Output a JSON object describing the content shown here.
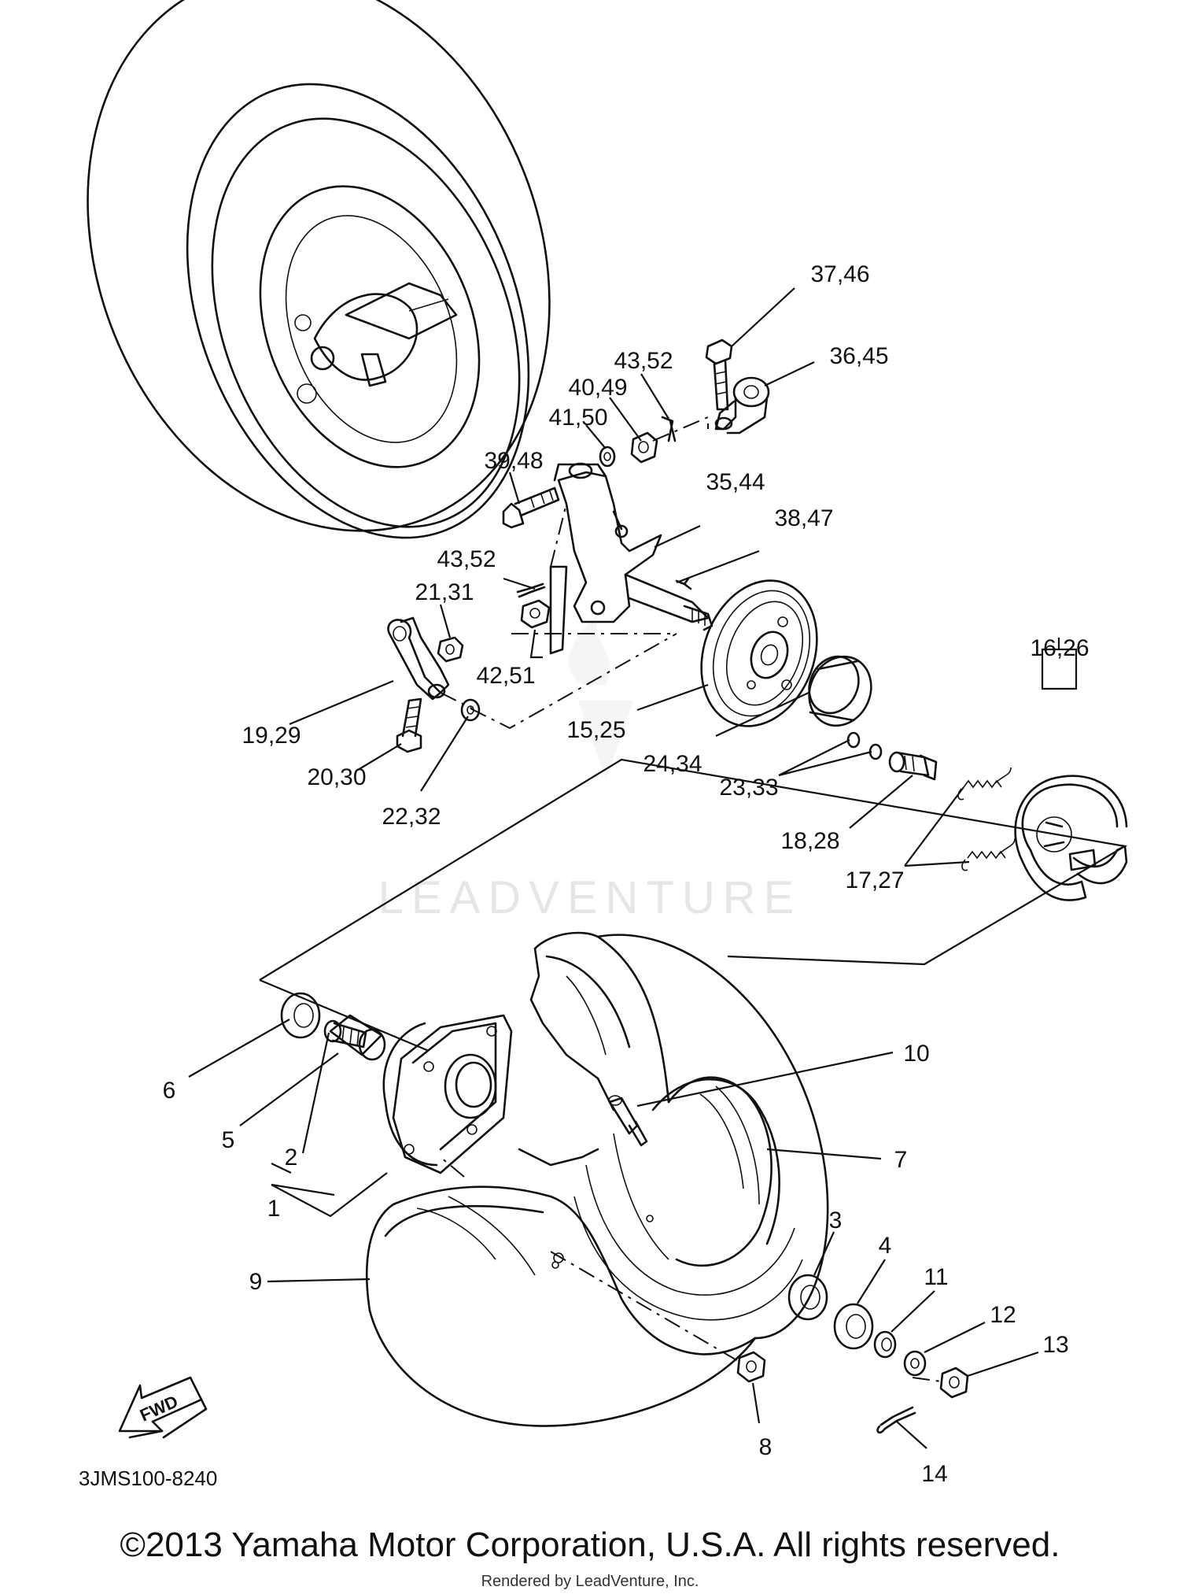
{
  "diagram": {
    "callouts": {
      "c37_46": "37,46",
      "c36_45": "36,45",
      "c43_52a": "43,52",
      "c40_49": "40,49",
      "c41_50": "41,50",
      "c39_48": "39,48",
      "c35_44": "35,44",
      "c38_47": "38,47",
      "c43_52b": "43,52",
      "c21_31": "21,31",
      "c42_51": "42,51",
      "c16_26": "16,26",
      "c19_29": "19,29",
      "c15_25": "15,25",
      "c24_34": "24,34",
      "c20_30": "20,30",
      "c23_33": "23,33",
      "c22_32": "22,32",
      "c18_28": "18,28",
      "c17_27": "17,27",
      "c10": "10",
      "c6": "6",
      "c5": "5",
      "c7": "7",
      "c2": "2",
      "c1": "1",
      "c3": "3",
      "c4": "4",
      "c11": "11",
      "c9": "9",
      "c12": "12",
      "c13": "13",
      "c8": "8",
      "c14": "14"
    },
    "fwd_label": "FWD",
    "diagram_code": "3JMS100-8240",
    "watermark": "LEADVENTURE"
  },
  "footer": {
    "copyright": "©2013 Yamaha Motor Corporation, U.S.A. All rights reserved.",
    "rendered_by": "Rendered by LeadVenture, Inc."
  }
}
